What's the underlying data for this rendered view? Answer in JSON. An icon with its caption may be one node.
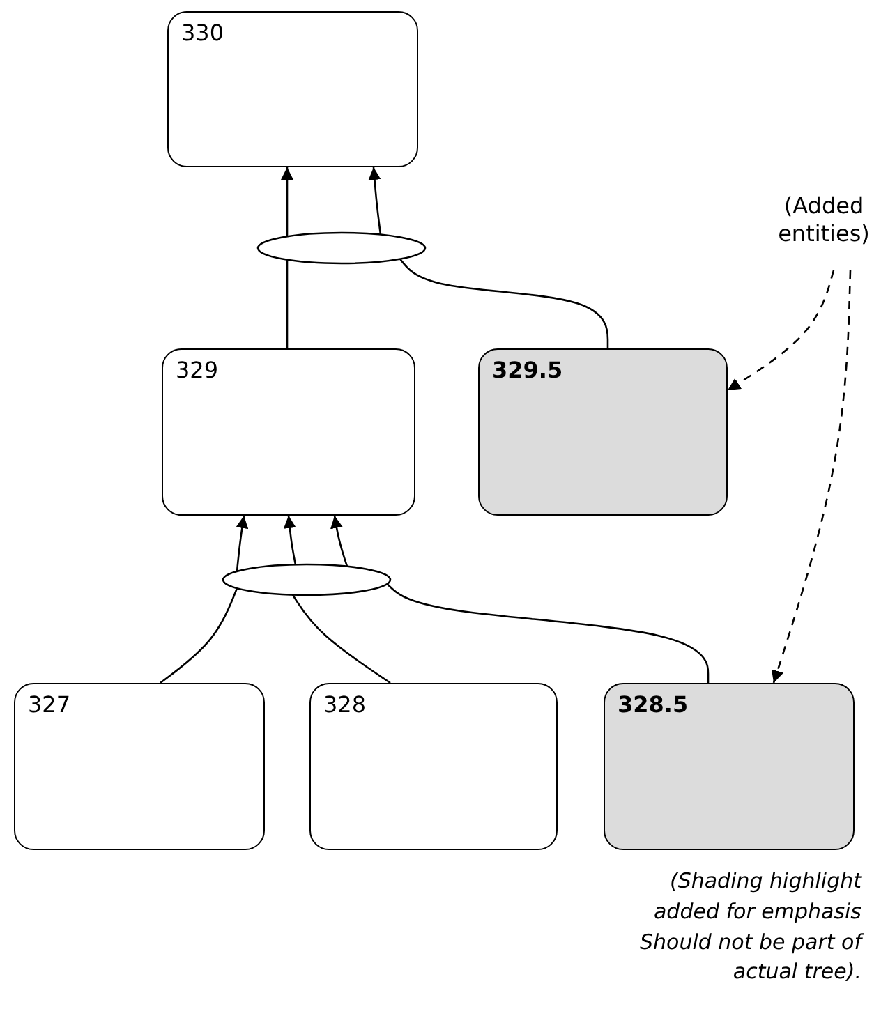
{
  "diagram": {
    "nodes": [
      {
        "text": [
          "330"
        ]
      },
      {
        "text": [],
        "shape": "ellipse"
      },
      {
        "text": [
          "329"
        ]
      },
      {
        "text": [
          "329.5"
        ]
      },
      {
        "text": [],
        "shape": "ellipse"
      },
      {
        "text": [
          "327"
        ]
      },
      {
        "text": [
          "328"
        ]
      },
      {
        "text": [
          "328.5"
        ]
      },
      {
        "text": [
          "(Added entities)"
        ]
      }
    ],
    "edges": [
      {
        "from": 2,
        "to": 1,
        "arrow": "none"
      },
      {
        "from": 1,
        "to": 0,
        "arrow": "to"
      },
      {
        "from": 3,
        "to": 1,
        "arrow": "none"
      },
      {
        "from": 1,
        "to": 0,
        "arrow": "to"
      },
      {
        "from": 5,
        "to": 4,
        "arrow": "none"
      },
      {
        "from": 6,
        "to": 4,
        "arrow": "none"
      },
      {
        "from": 7,
        "to": 4,
        "arrow": "none"
      },
      {
        "from": 4,
        "to": 2,
        "arrow": "to"
      },
      {
        "from": 4,
        "to": 2,
        "arrow": "to"
      },
      {
        "from": 4,
        "to": 2,
        "arrow": "to"
      },
      {
        "from": 8,
        "to": 3,
        "arrow": "to",
        "style": "dashed"
      },
      {
        "from": 8,
        "to": 7,
        "arrow": "to",
        "style": "dashed"
      }
    ],
    "labels": [
      "(Shading highlight added for emphasis Should not be part of actual tree)."
    ]
  }
}
